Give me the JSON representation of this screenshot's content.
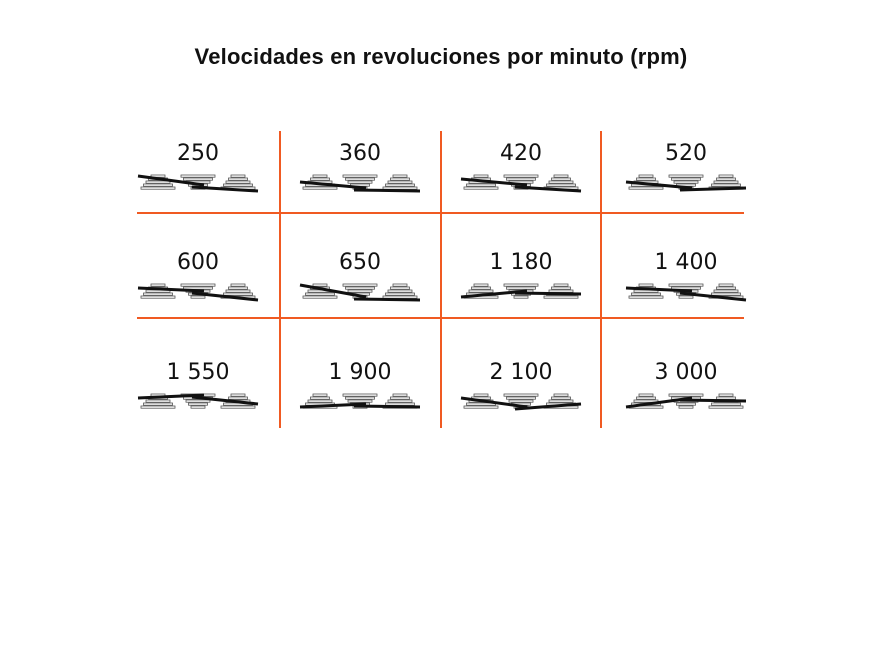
{
  "title": "Velocidades en revoluciones por minuto (rpm)",
  "colors": {
    "divider": "#f05a22",
    "belt": "#111111",
    "pulley": "#555555",
    "text": "#111111"
  },
  "speeds": [
    {
      "label": "250",
      "pattern": [
        0,
        3,
        5
      ]
    },
    {
      "label": "360",
      "pattern": [
        2,
        4,
        5
      ]
    },
    {
      "label": "420",
      "pattern": [
        1,
        3,
        5
      ]
    },
    {
      "label": "520",
      "pattern": [
        2,
        4,
        4
      ]
    },
    {
      "label": "600",
      "pattern": [
        1,
        2,
        5
      ]
    },
    {
      "label": "650",
      "pattern": [
        0,
        4,
        5
      ]
    },
    {
      "label": "1 180",
      "pattern": [
        4,
        2,
        3
      ]
    },
    {
      "label": "1 400",
      "pattern": [
        1,
        2,
        5
      ]
    },
    {
      "label": "1 550",
      "pattern": [
        1,
        0,
        3
      ]
    },
    {
      "label": "1 900",
      "pattern": [
        4,
        3,
        4
      ]
    },
    {
      "label": "2 100",
      "pattern": [
        1,
        4,
        3
      ]
    },
    {
      "label": "3 000",
      "pattern": [
        4,
        1,
        2
      ]
    }
  ]
}
